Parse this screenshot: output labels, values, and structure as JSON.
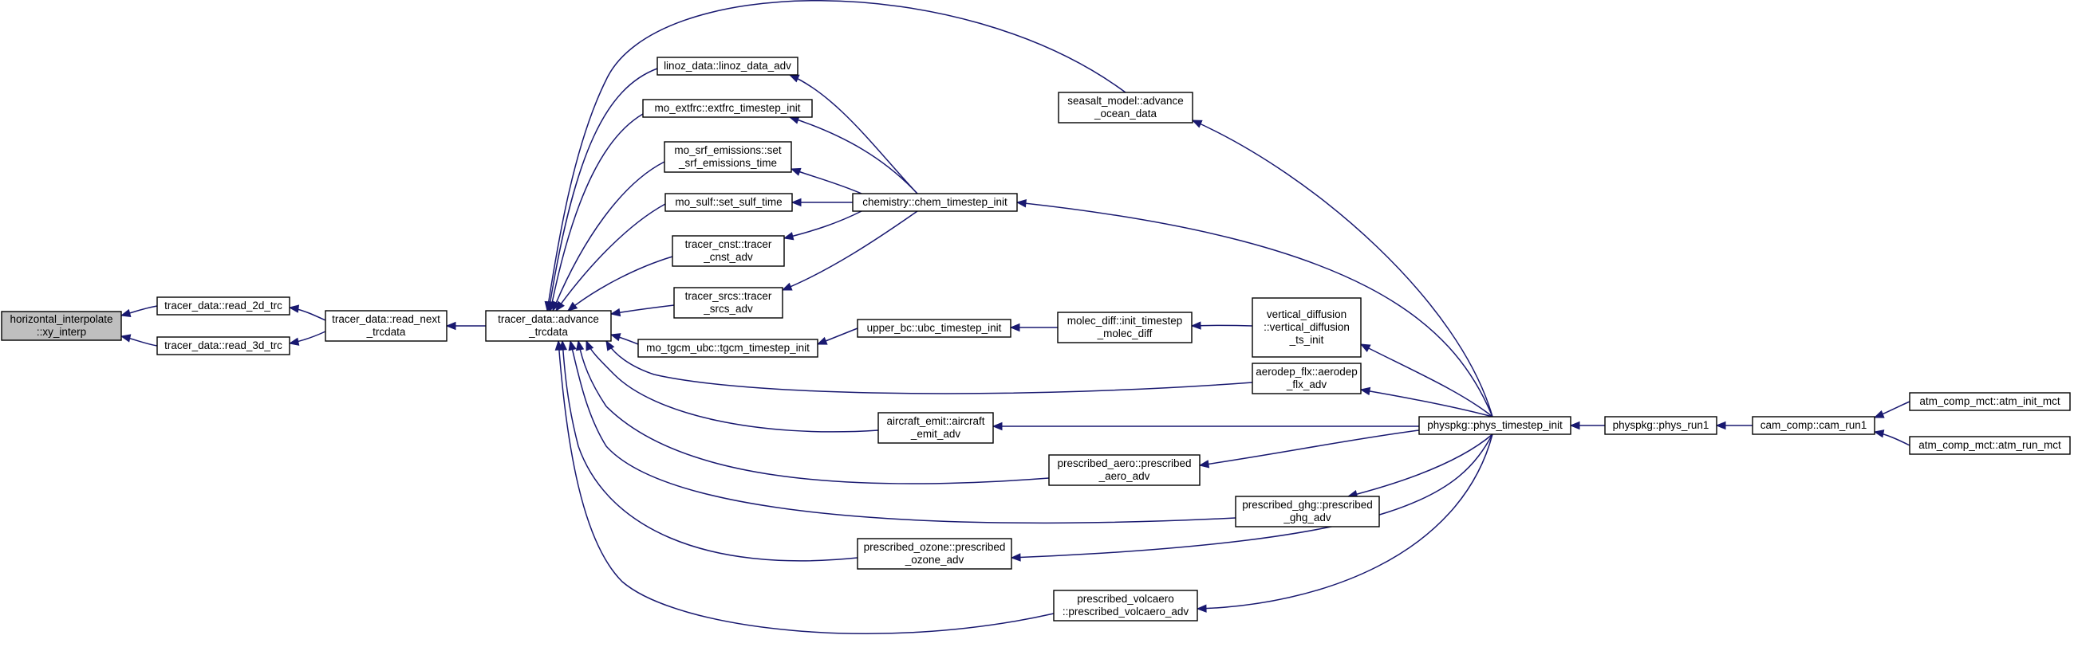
{
  "nodes": [
    {
      "id": "horiz",
      "lines": [
        "horizontal_interpolate",
        "::xy_interp"
      ],
      "root": true
    },
    {
      "id": "read2d",
      "lines": [
        "tracer_data::read_2d_trc"
      ]
    },
    {
      "id": "read3d",
      "lines": [
        "tracer_data::read_3d_trc"
      ]
    },
    {
      "id": "readnext",
      "lines": [
        "tracer_data::read_next",
        "_trcdata"
      ]
    },
    {
      "id": "advance",
      "lines": [
        "tracer_data::advance",
        "_trcdata"
      ]
    },
    {
      "id": "linoz",
      "lines": [
        "linoz_data::linoz_data_adv"
      ]
    },
    {
      "id": "extfrc",
      "lines": [
        "mo_extfrc::extfrc_timestep_init"
      ]
    },
    {
      "id": "srfem",
      "lines": [
        "mo_srf_emissions::set",
        "_srf_emissions_time"
      ]
    },
    {
      "id": "sulf",
      "lines": [
        "mo_sulf::set_sulf_time"
      ]
    },
    {
      "id": "tcnst",
      "lines": [
        "tracer_cnst::tracer",
        "_cnst_adv"
      ]
    },
    {
      "id": "tsrcs",
      "lines": [
        "tracer_srcs::tracer",
        "_srcs_adv"
      ]
    },
    {
      "id": "tgcm",
      "lines": [
        "mo_tgcm_ubc::tgcm_timestep_init"
      ]
    },
    {
      "id": "seasalt",
      "lines": [
        "seasalt_model::advance",
        "_ocean_data"
      ]
    },
    {
      "id": "chem",
      "lines": [
        "chemistry::chem_timestep_init"
      ]
    },
    {
      "id": "upperbc",
      "lines": [
        "upper_bc::ubc_timestep_init"
      ]
    },
    {
      "id": "molec",
      "lines": [
        "molec_diff::init_timestep",
        "_molec_diff"
      ]
    },
    {
      "id": "vdiff",
      "lines": [
        "vertical_diffusion",
        "::vertical_diffusion",
        "_ts_init"
      ]
    },
    {
      "id": "aerodep",
      "lines": [
        "aerodep_flx::aerodep",
        "_flx_adv"
      ]
    },
    {
      "id": "aircraft",
      "lines": [
        "aircraft_emit::aircraft",
        "_emit_adv"
      ]
    },
    {
      "id": "presaero",
      "lines": [
        "prescribed_aero::prescribed",
        "_aero_adv"
      ]
    },
    {
      "id": "presghg",
      "lines": [
        "prescribed_ghg::prescribed",
        "_ghg_adv"
      ]
    },
    {
      "id": "presozone",
      "lines": [
        "prescribed_ozone::prescribed",
        "_ozone_adv"
      ]
    },
    {
      "id": "presvolc",
      "lines": [
        "prescribed_volcaero",
        "::prescribed_volcaero_adv"
      ]
    },
    {
      "id": "physts",
      "lines": [
        "physpkg::phys_timestep_init"
      ]
    },
    {
      "id": "physrun1",
      "lines": [
        "physpkg::phys_run1"
      ]
    },
    {
      "id": "camrun1",
      "lines": [
        "cam_comp::cam_run1"
      ]
    },
    {
      "id": "atminit",
      "lines": [
        "atm_comp_mct::atm_init_mct"
      ]
    },
    {
      "id": "atmrun",
      "lines": [
        "atm_comp_mct::atm_run_mct"
      ]
    }
  ],
  "edges": [
    [
      "read2d",
      "horiz"
    ],
    [
      "read3d",
      "horiz"
    ],
    [
      "readnext",
      "read2d"
    ],
    [
      "readnext",
      "read3d"
    ],
    [
      "advance",
      "readnext"
    ],
    [
      "linoz",
      "advance"
    ],
    [
      "extfrc",
      "advance"
    ],
    [
      "srfem",
      "advance"
    ],
    [
      "sulf",
      "advance"
    ],
    [
      "tcnst",
      "advance"
    ],
    [
      "tsrcs",
      "advance"
    ],
    [
      "tgcm",
      "advance"
    ],
    [
      "seasalt",
      "advance"
    ],
    [
      "aerodep",
      "advance"
    ],
    [
      "aircraft",
      "advance"
    ],
    [
      "presaero",
      "advance"
    ],
    [
      "presghg",
      "advance"
    ],
    [
      "presozone",
      "advance"
    ],
    [
      "presvolc",
      "advance"
    ],
    [
      "chem",
      "linoz"
    ],
    [
      "chem",
      "extfrc"
    ],
    [
      "chem",
      "srfem"
    ],
    [
      "chem",
      "sulf"
    ],
    [
      "chem",
      "tcnst"
    ],
    [
      "chem",
      "tsrcs"
    ],
    [
      "upperbc",
      "tgcm"
    ],
    [
      "molec",
      "upperbc"
    ],
    [
      "vdiff",
      "molec"
    ],
    [
      "physts",
      "seasalt"
    ],
    [
      "physts",
      "chem"
    ],
    [
      "physts",
      "vdiff"
    ],
    [
      "physts",
      "aerodep"
    ],
    [
      "physts",
      "aircraft"
    ],
    [
      "physts",
      "presaero"
    ],
    [
      "physts",
      "presghg"
    ],
    [
      "physts",
      "presozone"
    ],
    [
      "physts",
      "presvolc"
    ],
    [
      "physrun1",
      "physts"
    ],
    [
      "camrun1",
      "physrun1"
    ],
    [
      "atminit",
      "camrun1"
    ],
    [
      "atmrun",
      "camrun1"
    ]
  ]
}
